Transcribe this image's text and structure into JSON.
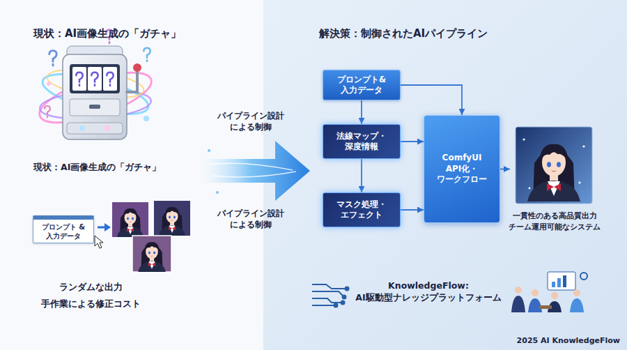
{
  "diagram": {
    "nodes": [
      {
        "text": [
          "プロンプト &入力データ"
        ]
      },
      {
        "text": [
          "プロンプト& 入力データ"
        ]
      },
      {
        "text": [
          "法線マップ・ 深度情報"
        ]
      },
      {
        "text": [
          "マスク処理・ エフェクト"
        ]
      },
      {
        "text": [
          "ComfyUI API化・ ワークフロー"
        ]
      },
      {
        "text": [
          "一貫性のある高品質出力",
          "チーム運用可能なシステム"
        ]
      }
    ],
    "edges": [
      {
        "from": 1,
        "to": 2,
        "arrow": "to"
      },
      {
        "from": 2,
        "to": 3,
        "arrow": "to"
      },
      {
        "from": 1,
        "to": 4,
        "arrow": "to"
      },
      {
        "from": 2,
        "to": 4,
        "arrow": "to"
      },
      {
        "from": 3,
        "to": 4,
        "arrow": "to"
      },
      {
        "from": 4,
        "to": 5,
        "arrow": "to"
      }
    ],
    "labels": [
      "現状：AI画像生成の「ガチャ」",
      "解決策：制御されたAIパイプライン",
      "現状：AI画像生成の「ガチャ」",
      "パイプライン設計 による制御",
      "パイプライン設計 による制御",
      "ランダムな出力",
      "手作業による修正コスト",
      "KnowledgeFlow: AI駆動型ナレッジプラットフォーム",
      "2025 AI KnowledgeFlow"
    ]
  }
}
